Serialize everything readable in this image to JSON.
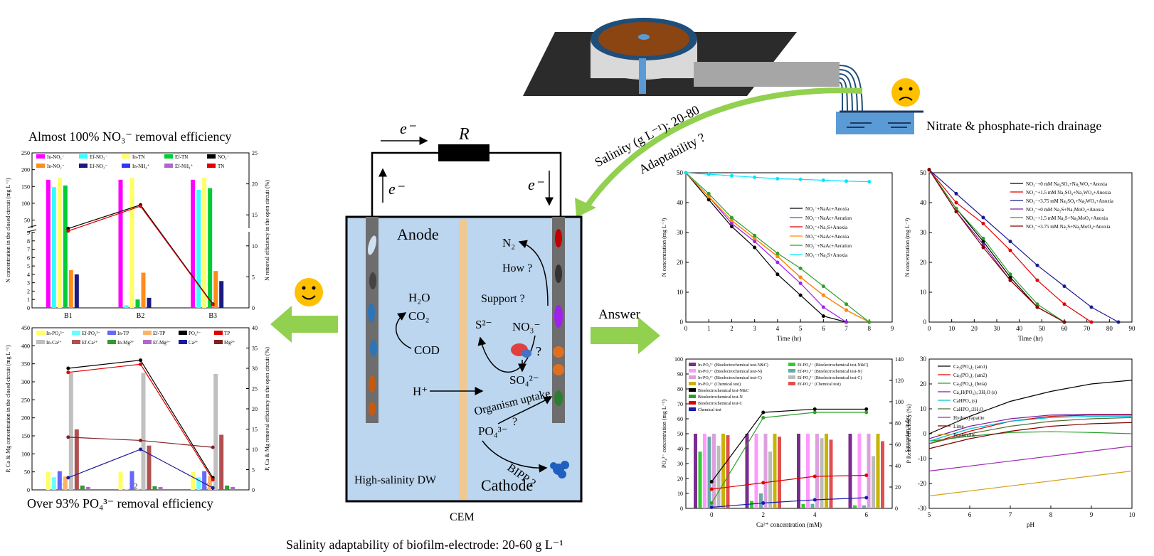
{
  "colors": {
    "cell_fill": "#bcd6ef",
    "electrode": "#6d6d6d",
    "membrane": "#f0c890",
    "arrow_green": "#92d050",
    "drain_blue": "#5b9bd5",
    "smile": "#ffc000"
  },
  "icons": [
    "happy-face-icon",
    "sad-face-icon",
    "pipe-outlet-icon",
    "polyphosphate-granule-icon"
  ],
  "headline": {
    "top_left": "Almost 100% NO₃⁻ removal efficiency",
    "bottom_left": "Over 93% PO₄³⁻ removal efficiency",
    "bottom_center": "Salinity adaptability of biofilm-electrode: 20-60 g L⁻¹",
    "drainage": "Nitrate & phosphate-rich drainage",
    "salinity_arrow": "Salinity (g L⁻¹): 20-80",
    "adaptability_arrow": "Adaptability ?",
    "answer": "Answer"
  },
  "cell": {
    "resistor": "R",
    "electron_top": "e⁻",
    "electron_left": "e⁻",
    "electron_right": "e⁻",
    "anode": "Anode",
    "cathode": "Cathode",
    "cem": "CEM",
    "water": "High-salinity  DW",
    "h2o": "H₂O",
    "co2": "CO₂",
    "cod": "COD",
    "hplus": "H⁺",
    "n2": "N₂",
    "how": "How ?",
    "support": "Support ?",
    "s2": "S²⁻",
    "no3": "NO₃⁻",
    "so4": "SO₄²⁻",
    "q1": "?",
    "organism": "Organism uptake",
    "q2": "?",
    "po4": "PO₄³⁻",
    "bipp": "BIPP ?"
  },
  "chart_data": [
    {
      "id": "chart-a",
      "type": "bar",
      "title": "",
      "categories": [
        "B1",
        "B2",
        "B3"
      ],
      "ylabel": "N concentration in the closed circuit (mg L⁻¹)",
      "y2label": "N removal efficiency in the open circuit (%)",
      "yticks_low": [
        "0",
        "1",
        "2",
        "3",
        "4",
        "5",
        "6",
        "7",
        "8",
        "9"
      ],
      "yticks_high": [
        "50",
        "100",
        "150",
        "200",
        "250"
      ],
      "y2ticks": [
        "0",
        "5",
        "10",
        "15",
        "20",
        "25"
      ],
      "legend": [
        "In-NO₃⁻",
        "Ef-NO₃⁻",
        "In-TN",
        "Ef-TN",
        "NO₃⁻",
        "In-NO₂⁻",
        "Ef-NO₂⁻",
        "In-NH₄⁺",
        "Ef-NH₄⁺",
        "TN"
      ],
      "series": [
        {
          "name": "In-NO₃⁻",
          "color": "#ff00ff",
          "values": [
            170,
            170,
            170
          ]
        },
        {
          "name": "Ef-NO₃⁻",
          "color": "#33ffff",
          "values": [
            148,
            0.3,
            140
          ]
        },
        {
          "name": "In-TN",
          "color": "#ffff66",
          "values": [
            176,
            176,
            176
          ]
        },
        {
          "name": "Ef-TN",
          "color": "#00cc33",
          "values": [
            153,
            1,
            145
          ]
        },
        {
          "name": "In-NO₂⁻",
          "color": "#ff8c1a",
          "values": [
            4.5,
            4.2,
            4.4
          ]
        },
        {
          "name": "Ef-NO₂⁻",
          "color": "#1a1a80",
          "values": [
            4,
            1.2,
            3.2
          ]
        },
        {
          "name": "In-NH₄⁺",
          "color": "#3333ff",
          "values": [
            0,
            0,
            0
          ]
        },
        {
          "name": "Ef-NH₄⁺",
          "color": "#b266cc",
          "values": [
            0,
            0,
            0
          ]
        }
      ],
      "lines": [
        {
          "name": "NO₃⁻",
          "color": "#000000",
          "values": [
            12.8,
            16.6,
            0.6
          ]
        },
        {
          "name": "TN",
          "color": "#e00000",
          "values": [
            12.4,
            16.4,
            0.5
          ]
        }
      ]
    },
    {
      "id": "chart-b",
      "type": "bar",
      "title": "",
      "categories": [
        "B1",
        "B2",
        "B3"
      ],
      "ylabel": "P, Ca & Mg concentration in the closed circuit (mg L⁻¹)",
      "y2label": "P, Ca & Mg removal efficiency in the open circuit (%)",
      "yticks": [
        "0",
        "50",
        "100",
        "150",
        "200",
        "250",
        "300",
        "350",
        "400",
        "450"
      ],
      "y2ticks": [
        "0",
        "5",
        "10",
        "15",
        "20",
        "25",
        "30",
        "35",
        "40"
      ],
      "legend": [
        "In-PO₄³⁻",
        "Ef-PO₄³⁻",
        "In-TP",
        "Ef-TP",
        "PO₄³⁻",
        "TP",
        "In-Ca²⁺",
        "Ef-Ca²⁺",
        "In-Mg²⁺",
        "Ef-Mg²⁺",
        "Ca²⁺",
        "Mg²⁺"
      ],
      "series": [
        {
          "name": "In-PO₄³⁻",
          "color": "#ffff66",
          "values": [
            50,
            50,
            50
          ]
        },
        {
          "name": "Ef-PO₄³⁻",
          "color": "#66ffff",
          "values": [
            35,
            2,
            35
          ]
        },
        {
          "name": "In-TP",
          "color": "#6666ff",
          "values": [
            52,
            52,
            52
          ]
        },
        {
          "name": "Ef-TP",
          "color": "#ffb266",
          "values": [
            37,
            2,
            38
          ]
        },
        {
          "name": "In-Ca²⁺",
          "color": "#c0c0c0",
          "values": [
            325,
            325,
            322
          ]
        },
        {
          "name": "Ef-Ca²⁺",
          "color": "#b05050",
          "values": [
            168,
            123,
            153
          ]
        },
        {
          "name": "In-Mg²⁺",
          "color": "#339933",
          "values": [
            12,
            10,
            12
          ]
        },
        {
          "name": "Ef-Mg²⁺",
          "color": "#b266cc",
          "values": [
            8,
            8,
            8
          ]
        }
      ],
      "lines": [
        {
          "name": "PO₄³⁻",
          "color": "#000000",
          "values": [
            30,
            32,
            3
          ]
        },
        {
          "name": "TP",
          "color": "#e00000",
          "values": [
            29,
            31,
            2.5
          ]
        },
        {
          "name": "Ca²⁺",
          "color": "#1a1aa0",
          "values": [
            3,
            10,
            0.5
          ]
        },
        {
          "name": "Mg²⁺",
          "color": "#802020",
          "values": [
            13,
            12.2,
            10.5
          ]
        }
      ]
    },
    {
      "id": "chart-c",
      "type": "line",
      "title": "",
      "xlabel": "Time (hr)",
      "ylabel": "N concentration (mg L⁻¹)",
      "xlim": [
        0,
        9
      ],
      "ylim": [
        0,
        50
      ],
      "xticks": [
        "0",
        "1",
        "2",
        "3",
        "4",
        "5",
        "6",
        "7",
        "8",
        "9"
      ],
      "yticks": [
        "0",
        "10",
        "20",
        "30",
        "40",
        "50"
      ],
      "series": [
        {
          "name": "NO₃⁻+NaAc+Anoxia",
          "color": "#000000",
          "x": [
            0,
            1,
            2,
            3,
            4,
            5,
            6,
            7
          ],
          "y": [
            50,
            41,
            32,
            25,
            16,
            9,
            2,
            0
          ]
        },
        {
          "name": "NO₃⁻+NaAc+Aeration",
          "color": "#a020f0",
          "x": [
            0,
            1,
            2,
            3,
            4,
            5,
            6,
            7
          ],
          "y": [
            50,
            42,
            33,
            27,
            20,
            13,
            5,
            0
          ]
        },
        {
          "name": "NO₃⁻+Na₂S+Anoxia",
          "color": "#e00000",
          "x": [
            0,
            1,
            2,
            3,
            4,
            5,
            6,
            7,
            8
          ],
          "y": [
            50,
            42,
            34,
            28,
            22,
            15,
            9,
            4,
            0
          ]
        },
        {
          "name": "NO₃⁻+NaAc+Anoxia",
          "color": "#ff8c00",
          "x": [
            0,
            1,
            2,
            3,
            4,
            5,
            6,
            7,
            8
          ],
          "y": [
            50,
            42,
            34,
            28,
            22,
            15,
            9,
            4,
            0
          ]
        },
        {
          "name": "NO₃⁻+NaAc+Aeration",
          "color": "#2ca02c",
          "x": [
            0,
            1,
            2,
            3,
            4,
            5,
            6,
            7,
            8
          ],
          "y": [
            50,
            43,
            35,
            29,
            23,
            18,
            12,
            6,
            0
          ]
        },
        {
          "name": "NO₃⁻+Na₂S+Anoxia",
          "color": "#00e5ff",
          "x": [
            0,
            1,
            2,
            3,
            4,
            5,
            6,
            7,
            8
          ],
          "y": [
            50,
            49.5,
            49,
            48.5,
            48,
            47.8,
            47.5,
            47.2,
            47
          ]
        }
      ]
    },
    {
      "id": "chart-d",
      "type": "line",
      "title": "",
      "xlabel": "Time (hr)",
      "ylabel": "N concentration (mg L⁻¹)",
      "xlim": [
        0,
        90
      ],
      "ylim": [
        0,
        50
      ],
      "xticks": [
        "0",
        "10",
        "20",
        "30",
        "40",
        "50",
        "60",
        "70",
        "80",
        "90"
      ],
      "yticks": [
        "0",
        "10",
        "20",
        "30",
        "40",
        "50"
      ],
      "series": [
        {
          "name": "NO₃⁻+0 mM Na₂SO₄+Na₂WO₄+Anoxia",
          "color": "#000000",
          "x": [
            0,
            12,
            24,
            36,
            48,
            60
          ],
          "y": [
            51,
            38,
            27,
            15,
            5,
            0
          ]
        },
        {
          "name": "NO₃⁻+1.5 mM Na₂SO₄+Na₂WO₄+Anoxia",
          "color": "#e00000",
          "x": [
            0,
            12,
            24,
            36,
            48,
            60,
            72
          ],
          "y": [
            51,
            40,
            33,
            24,
            14,
            6,
            0
          ]
        },
        {
          "name": "NO₃⁻+3.75 mM Na₂SO₄+Na₂WO₄+Anoxia",
          "color": "#1a1a90",
          "x": [
            0,
            12,
            24,
            36,
            48,
            60,
            72,
            84
          ],
          "y": [
            51,
            43,
            35,
            27,
            19,
            12,
            5,
            0
          ]
        },
        {
          "name": "NO₃⁻+0 mM Na₂S+Na₂MoO₄+Anoxia",
          "color": "#7b1fa2",
          "x": [
            0,
            12,
            24,
            36,
            48,
            60
          ],
          "y": [
            51,
            37,
            26,
            14,
            5,
            0
          ]
        },
        {
          "name": "NO₃⁻+1.5 mM Na₂S+Na₂MoO₄+Anoxia",
          "color": "#2ca02c",
          "x": [
            0,
            12,
            24,
            36,
            48,
            60
          ],
          "y": [
            51,
            38,
            28,
            16,
            6,
            0
          ]
        },
        {
          "name": "NO₃⁻+3.75 mM Na₂S+Na₂MoO₄+Anoxia",
          "color": "#8b0000",
          "x": [
            0,
            12,
            24,
            36,
            48,
            60
          ],
          "y": [
            51,
            37,
            25,
            14,
            5,
            0
          ]
        }
      ]
    },
    {
      "id": "chart-e",
      "type": "bar",
      "title": "",
      "xlabel": "Ca²⁺ concentration (mM)",
      "ylabel": "PO₄³⁻ concentration (mg L⁻¹)",
      "y2label": "P Removal efficiency (%)",
      "categories": [
        "0",
        "2",
        "4",
        "6"
      ],
      "yticks": [
        "0",
        "10",
        "20",
        "30",
        "40",
        "50",
        "60",
        "70",
        "80",
        "90",
        "100"
      ],
      "y2ticks": [
        "0",
        "20",
        "40",
        "60",
        "80",
        "100",
        "120",
        "140"
      ],
      "legend": [
        "In-PO₄³⁻ (Bioelectrochemical test-N&C)",
        "Ef-PO₄³⁻ (Bioelectrochemical test-N&C)",
        "In-PO₄³⁻ (Bioelectrochemical test-N)",
        "Ef-PO₄³⁻ (Bioelectrochemical test-N)",
        "In-PO₄³⁻ (Bioelectrochemical test-C)",
        "Ef-PO₄³⁻ (Bioelectrochemical test-C)",
        "In-PO₄³⁻ (Chemical test)",
        "Ef-PO₄³⁻ (Chemical test)",
        "Bioelectrochemical test-N&C",
        "Bioelectrochemical test-N",
        "Bioelectrochemical test-C",
        "Chemical test"
      ],
      "series": [
        {
          "name": "In-PO₄³⁻ (Bioelectrochemical test-N&C)",
          "color": "#7b2d8e",
          "values": [
            50,
            50,
            50,
            50
          ]
        },
        {
          "name": "Ef-PO₄³⁻ (Bioelectrochemical test-N&C)",
          "color": "#33cc33",
          "values": [
            38,
            5,
            3,
            2
          ]
        },
        {
          "name": "In-PO₄³⁻ (Bioelectrochemical test-N)",
          "color": "#ff99ff",
          "values": [
            50,
            50,
            50,
            50
          ]
        },
        {
          "name": "Ef-PO₄³⁻ (Bioelectrochemical test-N)",
          "color": "#66aaaa",
          "values": [
            48,
            10,
            3,
            2
          ]
        },
        {
          "name": "In-PO₄³⁻ (Bioelectrochemical test-C)",
          "color": "#dda0dd",
          "values": [
            50,
            50,
            50,
            50
          ]
        },
        {
          "name": "Ef-PO₄³⁻ (Bioelectrochemical test-C)",
          "color": "#bbbbbb",
          "values": [
            42,
            38,
            47,
            35
          ]
        },
        {
          "name": "In-PO₄³⁻ (Chemical test)",
          "color": "#c8b400",
          "values": [
            50,
            50,
            50,
            50
          ]
        },
        {
          "name": "Ef-PO₄³⁻ (Chemical test)",
          "color": "#e05050",
          "values": [
            49,
            48,
            46,
            45
          ]
        }
      ],
      "lines": [
        {
          "name": "Bioelectrochemical test-N&C",
          "color": "#000000",
          "values": [
            25,
            90,
            93,
            93
          ]
        },
        {
          "name": "Bioelectrochemical test-N",
          "color": "#2ca02c",
          "values": [
            5,
            85,
            90,
            90
          ]
        },
        {
          "name": "Bioelectrochemical test-C",
          "color": "#e00000",
          "values": [
            18,
            24,
            30,
            31
          ]
        },
        {
          "name": "Chemical test",
          "color": "#1a1ab0",
          "values": [
            1,
            5,
            8,
            10
          ]
        }
      ]
    },
    {
      "id": "chart-f",
      "type": "line",
      "title": "",
      "xlabel": "pH",
      "ylabel": "Saturation index",
      "xlim": [
        5,
        10
      ],
      "ylim": [
        -30,
        30
      ],
      "xticks": [
        "5",
        "6",
        "7",
        "8",
        "9",
        "10"
      ],
      "yticks": [
        "-30",
        "-20",
        "-10",
        "0",
        "10",
        "20",
        "30"
      ],
      "series": [
        {
          "name": "Ca₃(PO₄)₂ (am1)",
          "color": "#000000",
          "x": [
            5,
            6,
            7,
            8,
            9,
            10
          ],
          "y": [
            0,
            7,
            13,
            17,
            20,
            21.5
          ]
        },
        {
          "name": "Ca₃(PO₄)₂ (am2)",
          "color": "#e00000",
          "x": [
            5,
            6,
            7,
            8,
            9,
            10
          ],
          "y": [
            -4,
            1,
            5,
            7,
            7.5,
            7.5
          ]
        },
        {
          "name": "Ca₃(PO₄)₂ (beta)",
          "color": "#2ca02c",
          "x": [
            5,
            6,
            7,
            8,
            9,
            10
          ],
          "y": [
            -3,
            -1,
            0.5,
            0.8,
            0.5,
            0
          ]
        },
        {
          "name": "Ca₄H(PO₄)₃:3H₂O (s)",
          "color": "#7b1fa2",
          "x": [
            5,
            6,
            7,
            8,
            9,
            10
          ],
          "y": [
            -2,
            3,
            6,
            7.5,
            7.8,
            7.8
          ]
        },
        {
          "name": "CaHPO₄ (s)",
          "color": "#00bcd4",
          "x": [
            5,
            6,
            7,
            8,
            9,
            10
          ],
          "y": [
            -3,
            2,
            5,
            6.5,
            7,
            7
          ]
        },
        {
          "name": "CaHPO₄:2H₂O",
          "color": "#556b2f",
          "x": [
            5,
            6,
            7,
            8,
            9,
            10
          ],
          "y": [
            -4,
            0,
            3,
            5,
            6,
            6.5
          ]
        },
        {
          "name": "Hydroxyapatite",
          "color": "#9c27b0",
          "x": [
            5,
            10
          ],
          "y": [
            -15,
            -5
          ]
        },
        {
          "name": "Lime",
          "color": "#800000",
          "x": [
            5,
            6,
            7,
            8,
            9,
            10
          ],
          "y": [
            -6,
            -2,
            1,
            3,
            4,
            4.5
          ]
        },
        {
          "name": "Portlandite",
          "color": "#d4a017",
          "x": [
            5,
            10
          ],
          "y": [
            -25,
            -15
          ]
        }
      ]
    }
  ]
}
